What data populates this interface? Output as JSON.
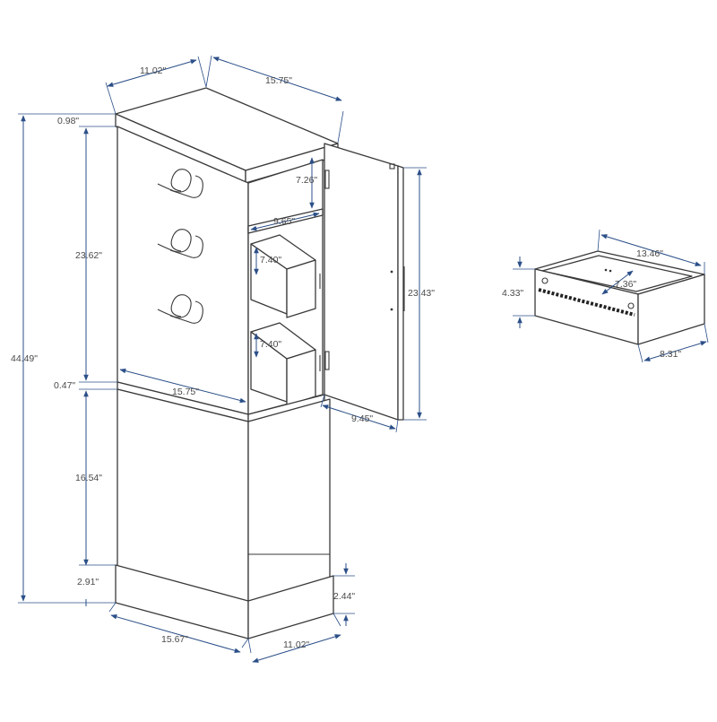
{
  "cabinet": {
    "top_depth": "11.02\"",
    "top_width": "15.75\"",
    "total_height": "44.49\"",
    "top_thickness": "0.98\"",
    "upper_height": "23.62\"",
    "divider_thickness": "0.47\"",
    "lower_height": "16.54\"",
    "base_height_left": "2.91\"",
    "base_height_right": "2.44\"",
    "bottom_width": "15.67\"",
    "bottom_depth": "11.02\"",
    "mid_width": "15.75\"",
    "shelf_gap": "7.26\"",
    "shelf_depth": "9.65\"",
    "drawer1_height": "7.40\"",
    "drawer2_height": "7.40\"",
    "door_height": "23.43\"",
    "door_width": "9.45\""
  },
  "drawer": {
    "width": "13.46\"",
    "height": "4.33\"",
    "inner_depth": "7.36\"",
    "depth": "8.31\""
  },
  "colors": {
    "dimension": "#2b4f88",
    "outline": "#3a3a3a"
  }
}
